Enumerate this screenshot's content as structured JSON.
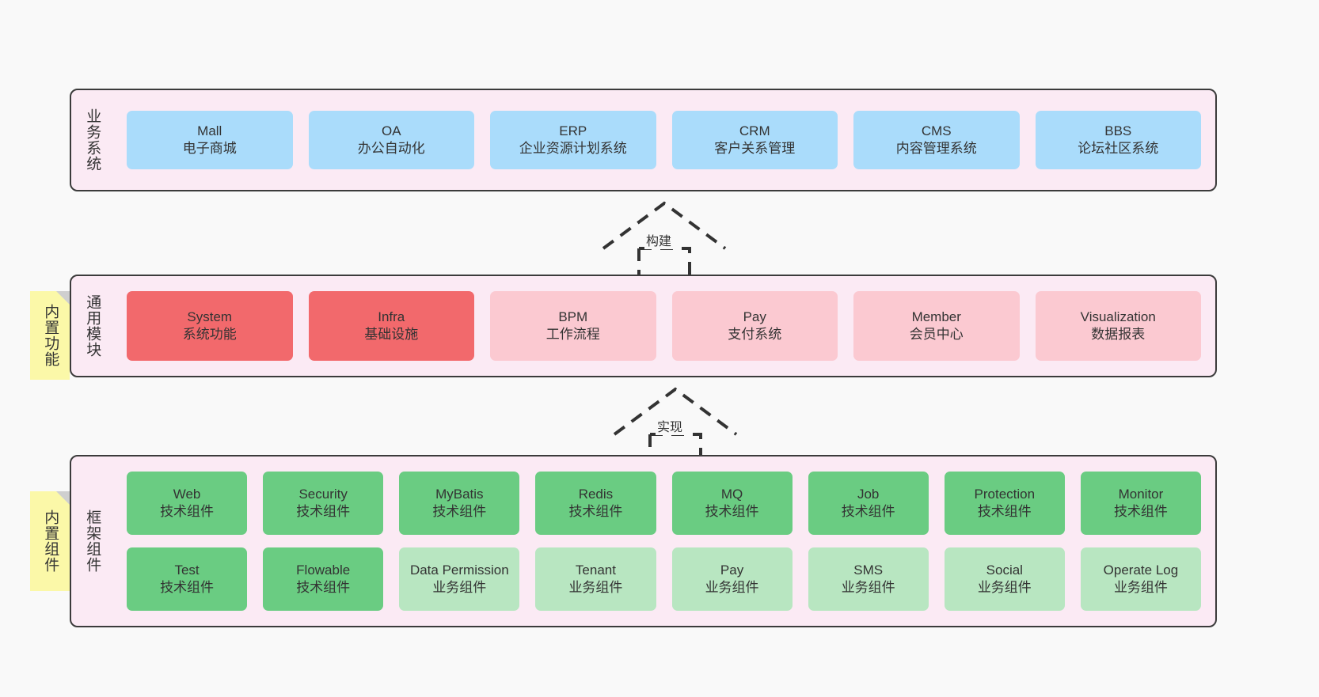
{
  "diagram": {
    "background_color": "#f9f9f9",
    "band_fill": "#fbeaf4",
    "band_border": "#3b3b3b",
    "note_fill": "#fbf8a8"
  },
  "layers": {
    "business": {
      "title": "业务系统",
      "card_color": "#aadcfb",
      "cards": [
        {
          "en": "Mall",
          "cn": "电子商城"
        },
        {
          "en": "OA",
          "cn": "办公自动化"
        },
        {
          "en": "ERP",
          "cn": "企业资源计划系统"
        },
        {
          "en": "CRM",
          "cn": "客户关系管理"
        },
        {
          "en": "CMS",
          "cn": "内容管理系统"
        },
        {
          "en": "BBS",
          "cn": "论坛社区系统"
        }
      ]
    },
    "common": {
      "title": "通用模块",
      "note": "内置功能",
      "card_color_primary": "#f2696c",
      "card_color_secondary": "#fbc9d1",
      "cards": [
        {
          "en": "System",
          "cn": "系统功能",
          "variant": "c-red"
        },
        {
          "en": "Infra",
          "cn": "基础设施",
          "variant": "c-red"
        },
        {
          "en": "BPM",
          "cn": "工作流程",
          "variant": "c-pink"
        },
        {
          "en": "Pay",
          "cn": "支付系统",
          "variant": "c-pink"
        },
        {
          "en": "Member",
          "cn": "会员中心",
          "variant": "c-pink"
        },
        {
          "en": "Visualization",
          "cn": "数据报表",
          "variant": "c-pink"
        }
      ]
    },
    "framework": {
      "title": "框架组件",
      "note": "内置组件",
      "card_color_tech": "#6acc82",
      "card_color_biz": "#b8e6c1",
      "row1": [
        {
          "en": "Web",
          "cn": "技术组件",
          "variant": "c-green"
        },
        {
          "en": "Security",
          "cn": "技术组件",
          "variant": "c-green"
        },
        {
          "en": "MyBatis",
          "cn": "技术组件",
          "variant": "c-green"
        },
        {
          "en": "Redis",
          "cn": "技术组件",
          "variant": "c-green"
        },
        {
          "en": "MQ",
          "cn": "技术组件",
          "variant": "c-green"
        },
        {
          "en": "Job",
          "cn": "技术组件",
          "variant": "c-green"
        },
        {
          "en": "Protection",
          "cn": "技术组件",
          "variant": "c-green"
        },
        {
          "en": "Monitor",
          "cn": "技术组件",
          "variant": "c-green"
        }
      ],
      "row2": [
        {
          "en": "Test",
          "cn": "技术组件",
          "variant": "c-green"
        },
        {
          "en": "Flowable",
          "cn": "技术组件",
          "variant": "c-green"
        },
        {
          "en": "Data Permission",
          "cn": "业务组件",
          "variant": "c-lightgreen"
        },
        {
          "en": "Tenant",
          "cn": "业务组件",
          "variant": "c-lightgreen"
        },
        {
          "en": "Pay",
          "cn": "业务组件",
          "variant": "c-lightgreen"
        },
        {
          "en": "SMS",
          "cn": "业务组件",
          "variant": "c-lightgreen"
        },
        {
          "en": "Social",
          "cn": "业务组件",
          "variant": "c-lightgreen"
        },
        {
          "en": "Operate Log",
          "cn": "业务组件",
          "variant": "c-lightgreen"
        }
      ]
    }
  },
  "arrows": {
    "build": {
      "label": "构建"
    },
    "implement": {
      "label": "实现"
    }
  }
}
